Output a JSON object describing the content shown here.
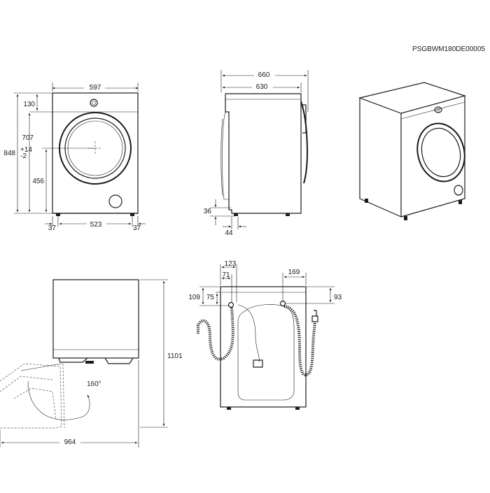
{
  "code": "PSGBWM180DE00005",
  "front": {
    "width_total": "597",
    "width_inner": "523",
    "foot_left": "37",
    "foot_right": "37",
    "height_total": "848",
    "height_tol_plus": "+14",
    "height_tol_minus": "-2",
    "panel_height": "130",
    "door_top": "707",
    "door_center": "456"
  },
  "side": {
    "depth_total": "660",
    "depth_body": "630",
    "feet_height": "36",
    "feet_offset": "44"
  },
  "door_open": {
    "height": "1101",
    "width": "964",
    "angle": "160°"
  },
  "rear": {
    "inlet_offset": "123",
    "inlet_inner": "71",
    "drain_offset": "169",
    "height_left": "109",
    "height_inner": "75",
    "height_right": "93"
  },
  "icons": [
    "arrow-icon",
    "tick-icon"
  ]
}
